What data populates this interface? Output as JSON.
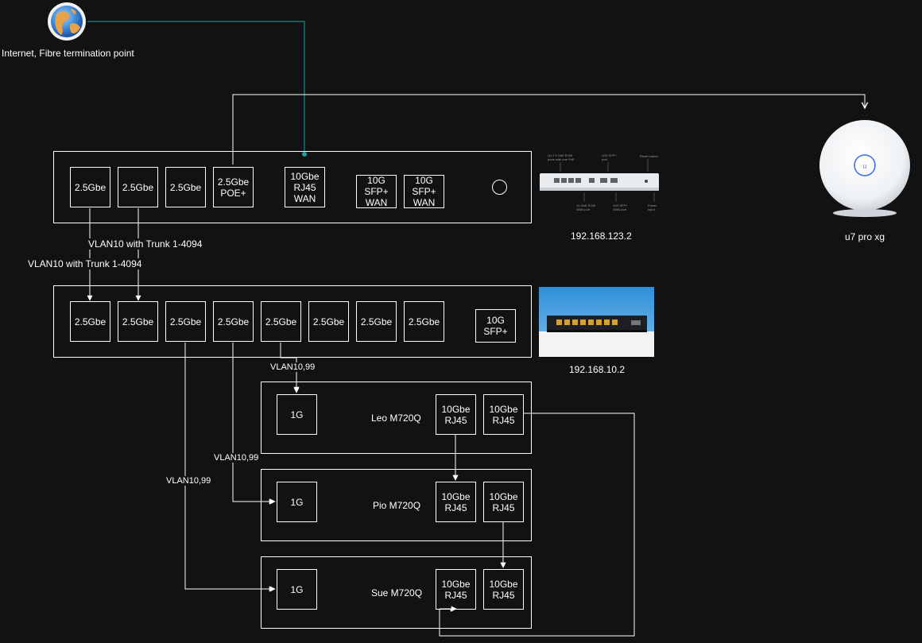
{
  "internet": {
    "label": "Internet, Fibre termination point",
    "icon": "globe-icon"
  },
  "router": {
    "ip": "192.168.123.2",
    "ports": [
      "2.5Gbe",
      "2.5Gbe",
      "2.5Gbe",
      "2.5Gbe\nPOE+",
      "10Gbe\nRJ45\nWAN",
      "10G\nSFP+\nWAN",
      "10G\nSFP+\nWAN"
    ],
    "photo_callouts": [
      "(4) 2.5 GbE RJ45\nports with one PoE",
      "10G SFP+\nport",
      "Reset button",
      "10 GbE RJ45\nWAN port",
      "10G SFP+\nWAN port",
      "Power\ninput"
    ]
  },
  "access_point": {
    "label": "u7 pro xg"
  },
  "switch": {
    "ip": "192.168.10.2",
    "ports": [
      "2.5Gbe",
      "2.5Gbe",
      "2.5Gbe",
      "2.5Gbe",
      "2.5Gbe",
      "2.5Gbe",
      "2.5Gbe",
      "2.5Gbe",
      "10G\nSFP+"
    ]
  },
  "links": {
    "trunk_label_1": "VLAN10 with Trunk 1-4094",
    "trunk_label_2": "VLAN10 with Trunk 1-4094",
    "vlan_label_leo": "VLAN10,99",
    "vlan_label_pio": "VLAN10,99",
    "vlan_label_sue": "VLAN10,99"
  },
  "hosts": [
    {
      "name": "Leo M720Q",
      "ports": [
        "1G",
        "10Gbe\nRJ45",
        "10Gbe\nRJ45"
      ]
    },
    {
      "name": "Pio M720Q",
      "ports": [
        "1G",
        "10Gbe\nRJ45",
        "10Gbe\nRJ45"
      ]
    },
    {
      "name": "Sue M720Q",
      "ports": [
        "1G",
        "10Gbe\nRJ45",
        "10Gbe\nRJ45"
      ]
    }
  ],
  "colors": {
    "background": "#121212",
    "lines": "#ffffff",
    "wan_link": "#1aa3a3"
  }
}
